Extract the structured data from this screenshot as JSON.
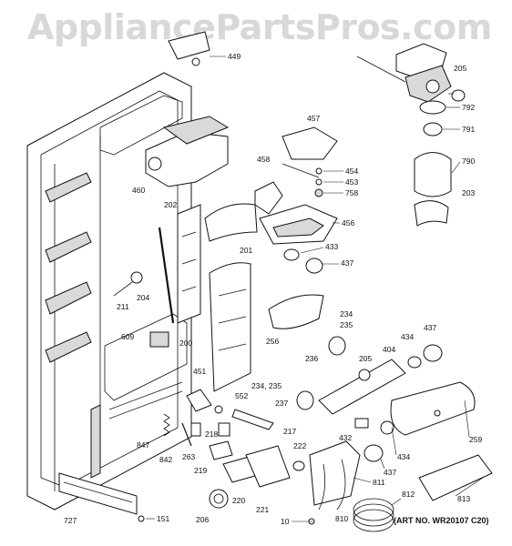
{
  "watermark": "AppliancePartsPros.com",
  "art_number": "(ART NO. WR20107 C20)",
  "callouts": {
    "c10": "10",
    "c151": "151",
    "c200": "200",
    "c201": "201",
    "c202": "202",
    "c203": "203",
    "c204": "204",
    "c205a": "205",
    "c205b": "205",
    "c206": "206",
    "c211": "211",
    "c217": "217",
    "c218": "218",
    "c219": "219",
    "c220": "220",
    "c221": "221",
    "c222": "222",
    "c234a": "234",
    "c235a": "235",
    "c234b": "234, 235",
    "c236": "236",
    "c237": "237",
    "c256": "256",
    "c259": "259",
    "c263": "263",
    "c404": "404",
    "c432": "432",
    "c433": "433",
    "c434a": "434",
    "c434b": "434",
    "c437a": "437",
    "c437b": "437",
    "c437c": "437",
    "c449": "449",
    "c451": "451",
    "c453": "453",
    "c454": "454",
    "c456": "456",
    "c457": "457",
    "c458": "458",
    "c460": "460",
    "c552": "552",
    "c609": "609",
    "c727": "727",
    "c758": "758",
    "c790": "790",
    "c791": "791",
    "c792": "792",
    "c810": "810",
    "c811": "811",
    "c812": "812",
    "c813": "813",
    "c842": "842",
    "c847": "847"
  }
}
